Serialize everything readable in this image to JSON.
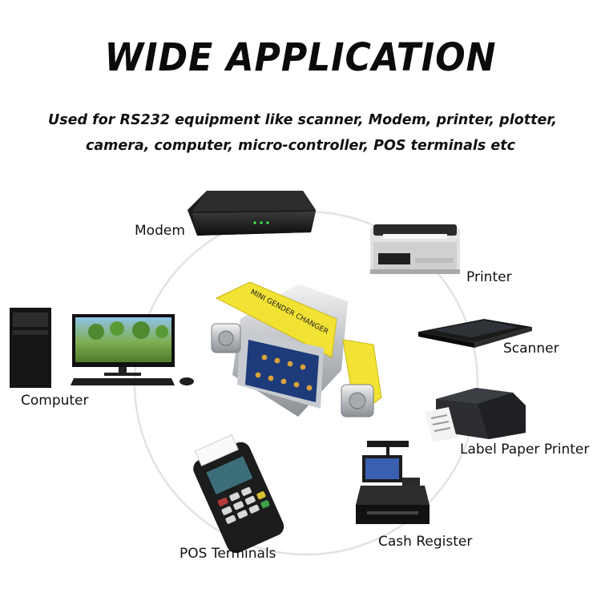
{
  "header": {
    "title": "WIDE APPLICATION",
    "subtitle_line1": "Used for RS232    equipment like scanner, Modem, printer, plotter,",
    "subtitle_line2": "camera, computer, micro-controller, POS terminals etc"
  },
  "product": {
    "label": "MINI GENDER CHANGER",
    "accent": "#f2e233"
  },
  "devices": {
    "modem": "Modem",
    "printer": "Printer",
    "scanner": "Scanner",
    "computer": "Computer",
    "label_printer": "Label Paper Printer",
    "pos": "POS Terminals",
    "cash_register": "Cash Register"
  }
}
